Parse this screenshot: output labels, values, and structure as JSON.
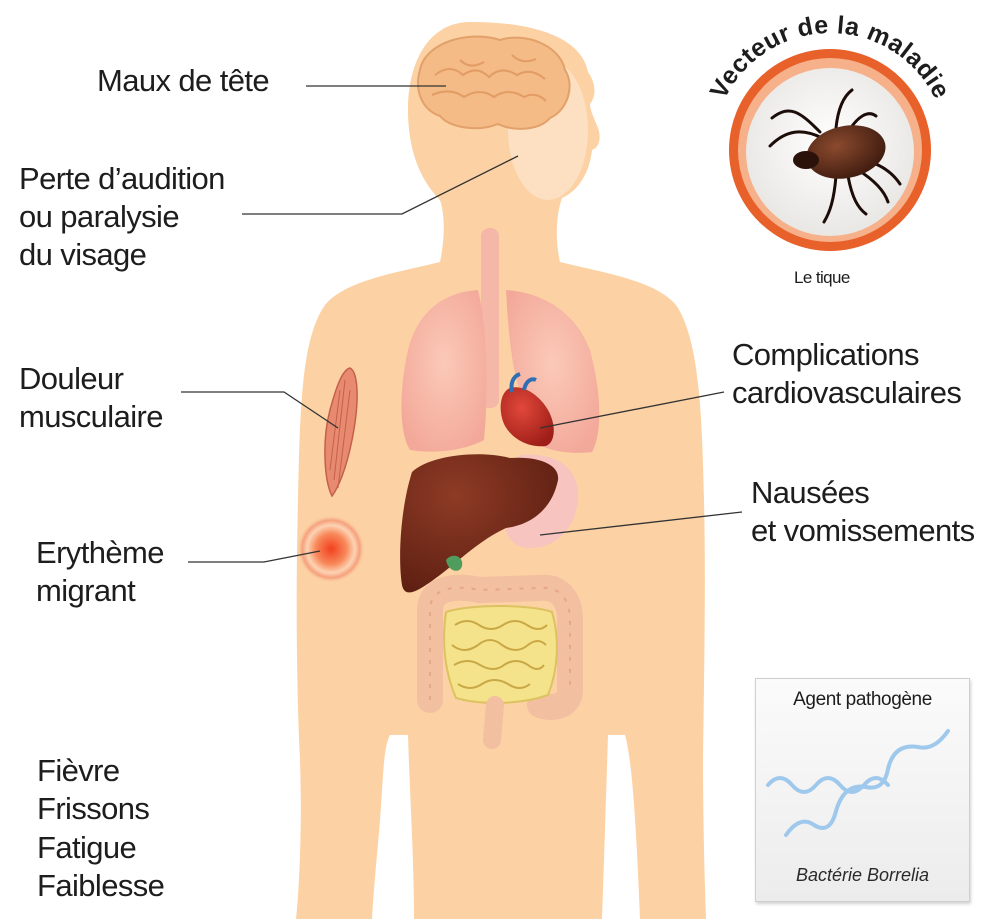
{
  "symptoms": {
    "headache": [
      "Maux de tête"
    ],
    "hearing": [
      "Perte d’audition",
      "ou paralysie",
      "du visage"
    ],
    "muscle": [
      "Douleur",
      "musculaire"
    ],
    "erythema": [
      "Erythème",
      "migrant"
    ],
    "cardio": [
      "Complications",
      "cardiovasculaires"
    ],
    "nausea": [
      "Nausées",
      "et vomissements"
    ],
    "general": [
      "Fièvre",
      "Frissons",
      "Fatigue",
      "Faiblesse"
    ]
  },
  "vector": {
    "ring_text": "Vecteur de la maladie",
    "caption": "Le tique"
  },
  "pathogen": {
    "title": "Agent pathogène",
    "name": "Bactérie Borrelia"
  },
  "colors": {
    "skin": "#fcd2a4",
    "ring": "#e8602a",
    "heart": "#c62a22",
    "liver": "#7a2b1c",
    "intestine": "#f4e38a",
    "bacteria": "#9ec8ec"
  }
}
